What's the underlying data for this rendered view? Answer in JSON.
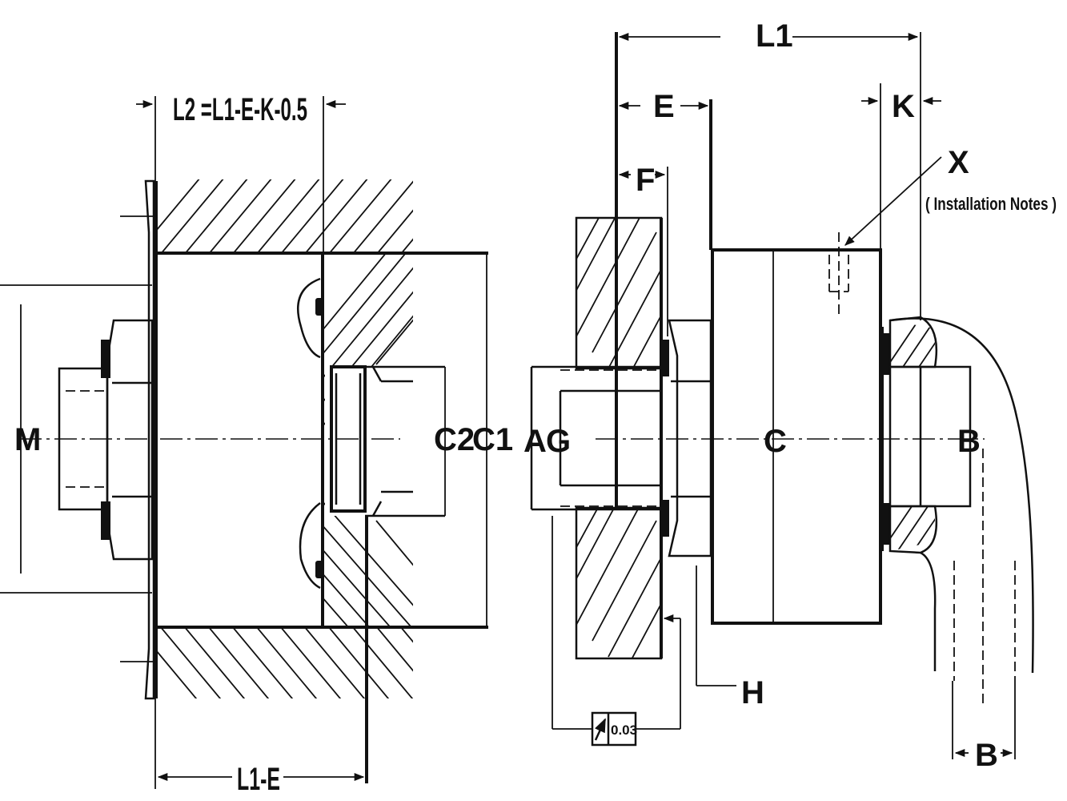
{
  "diagram": {
    "left_view": {
      "dim_top": "L2 =L1-E-K-0.5",
      "dim_bottom": "L1-E",
      "label_left": "M",
      "label_bore_small": "C2",
      "label_bore_large": "C1"
    },
    "right_view": {
      "dim_overall": "L1",
      "dim_e": "E",
      "dim_f": "F",
      "dim_k": "K",
      "callout_x": "X",
      "callout_x_note": "( Installation Notes )",
      "label_a": "A",
      "label_g": "G",
      "label_c": "C",
      "label_b_right": "B",
      "label_h": "H",
      "label_b_bottom": "B",
      "tolerance_value": "0.03"
    }
  }
}
